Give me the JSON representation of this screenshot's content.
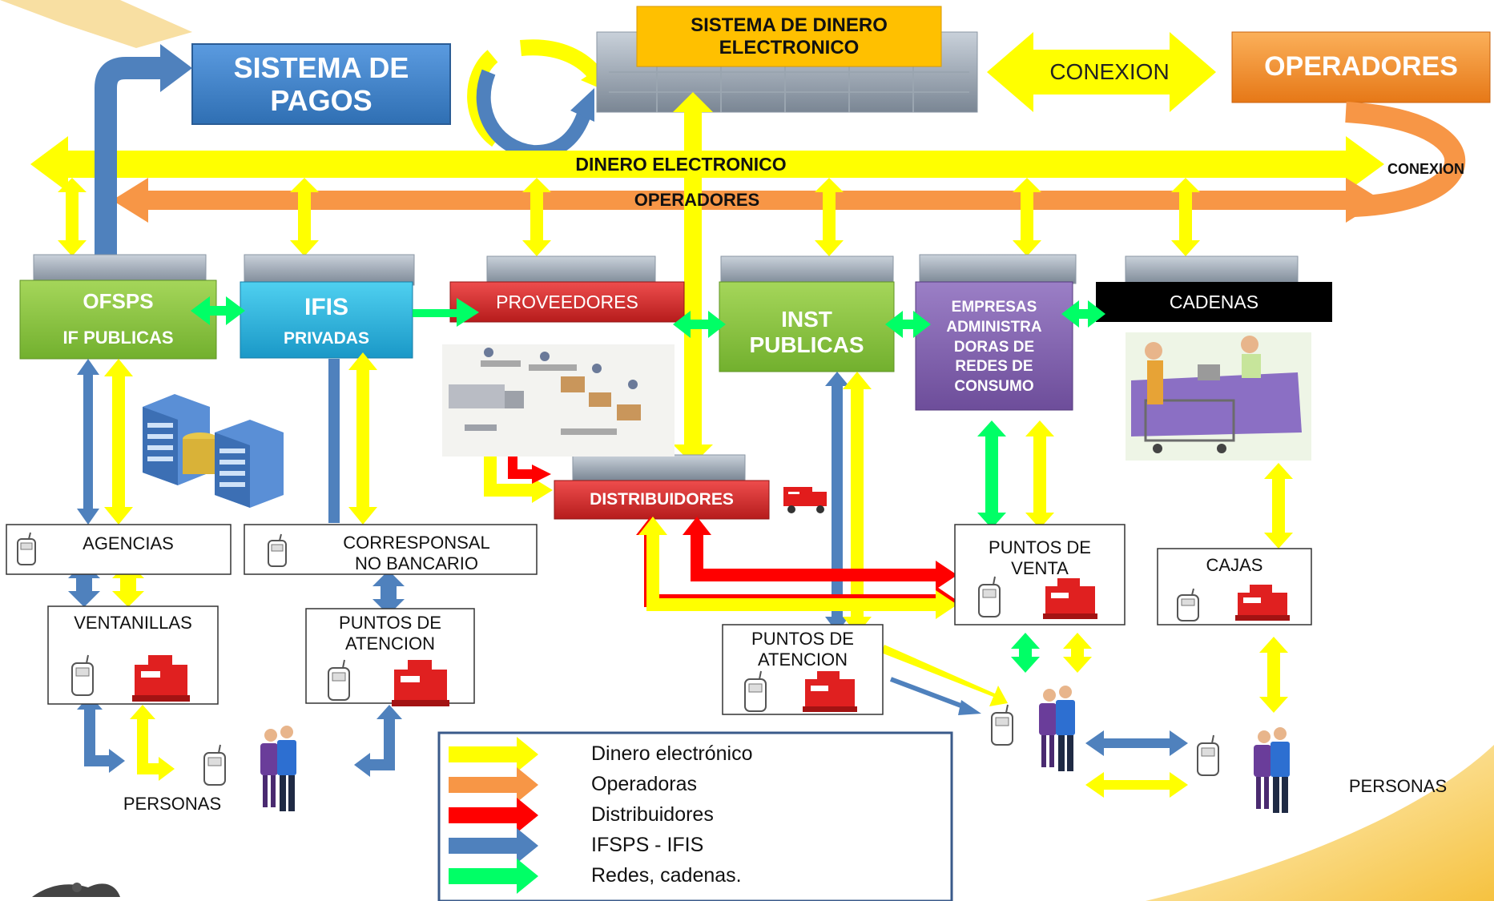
{
  "top": {
    "sistema_pagos": [
      "SISTEMA DE",
      "PAGOS"
    ],
    "sistema_dinero": [
      "SISTEMA DE DINERO",
      "ELECTRONICO"
    ],
    "conexion": "CONEXION",
    "operadores": "OPERADORES"
  },
  "bus": {
    "dinero": "DINERO ELECTRONICO",
    "operadores": "OPERADORES",
    "conexion_small": "CONEXION"
  },
  "entities": {
    "ofsps": "OFSPS",
    "ofsps_sub": "IF PUBLICAS",
    "ifis": "IFIS",
    "ifis_sub": "PRIVADAS",
    "proveedores": "PROVEEDORES",
    "inst_1": "INST",
    "inst_2": "PUBLICAS",
    "empresas": [
      "EMPRESAS",
      "ADMINISTRA",
      "DORAS DE",
      "REDES DE",
      "CONSUMO"
    ],
    "cadenas": "CADENAS",
    "distribuidores": "DISTRIBUIDORES"
  },
  "boxes": {
    "agencias": "AGENCIAS",
    "corresponsal": [
      "CORRESPONSAL",
      "NO BANCARIO"
    ],
    "ventanillas": "VENTANILLAS",
    "puntos_atencion_left": [
      "PUNTOS DE",
      "ATENCION"
    ],
    "puntos_atencion_mid": [
      "PUNTOS DE",
      "ATENCION"
    ],
    "puntos_venta": [
      "PUNTOS DE",
      "VENTA"
    ],
    "cajas": "CAJAS"
  },
  "personas_left": "PERSONAS",
  "personas_right": "PERSONAS",
  "legend": [
    {
      "label": "Dinero electrónico",
      "color": "#ffff00"
    },
    {
      "label": "Operadoras",
      "color": "#f79646"
    },
    {
      "label": "Distribuidores",
      "color": "#ff0000"
    },
    {
      "label": "IFSPS - IFIS",
      "color": "#4f81bd"
    },
    {
      "label": "Redes, cadenas.",
      "color": "#00ff66"
    }
  ],
  "colors": {
    "yellow": "#ffff00",
    "orange": "#f79646",
    "red": "#ff0000",
    "blue": "#4f81bd",
    "green": "#00ff66",
    "green_box": "#8cc63f",
    "cyan_box": "#2bb3dd",
    "purple_box": "#8064a2",
    "blue_box": "#3a7cc4"
  }
}
